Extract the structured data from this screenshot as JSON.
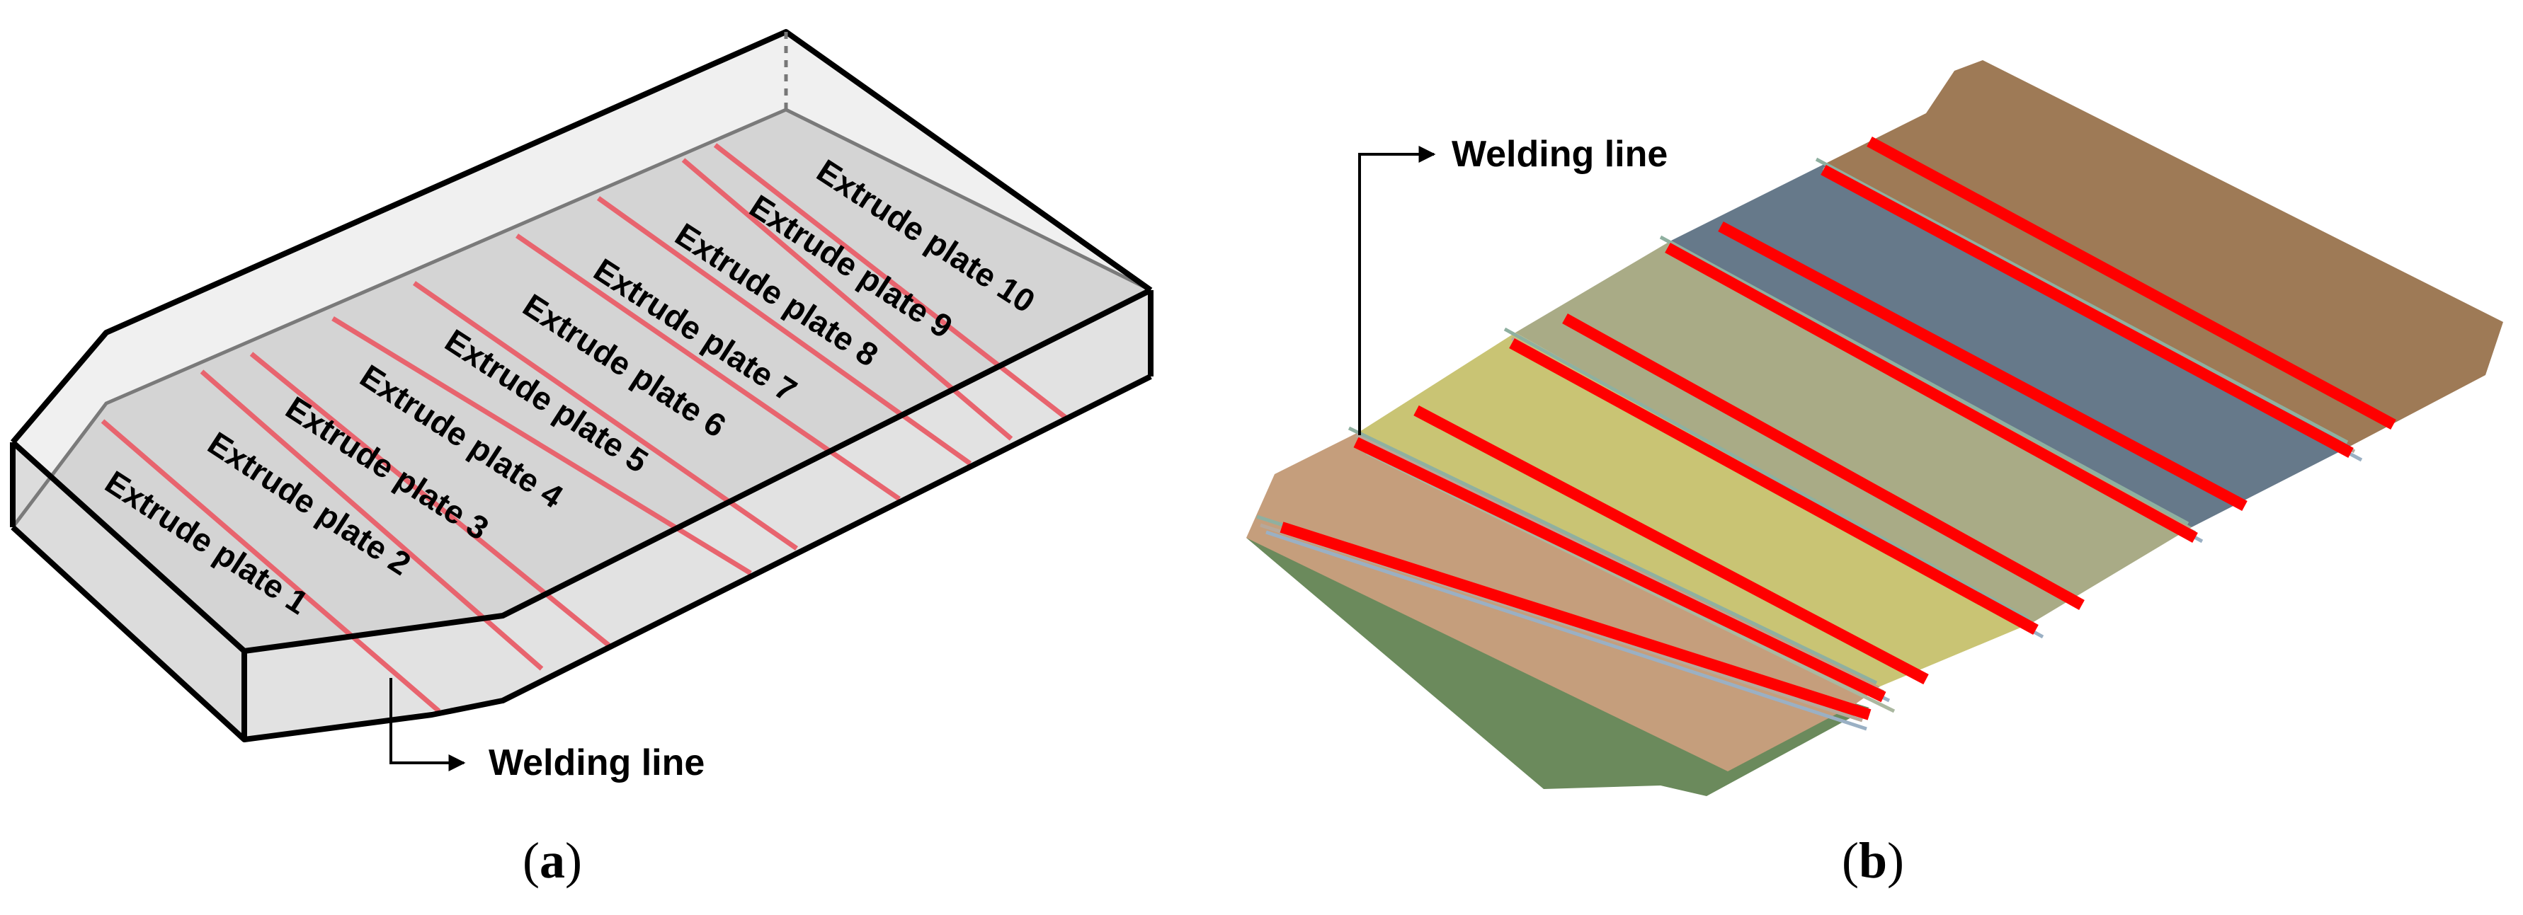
{
  "panel_a": {
    "plates": [
      "Extrude plate 1",
      "Extrude plate 2",
      "Extrude plate 3",
      "Extrude plate 4",
      "Extrude plate 5",
      "Extrude plate 6",
      "Extrude plate 7",
      "Extrude plate 8",
      "Extrude plate 9",
      "Extrude plate 10"
    ],
    "welding_label": "Welding line",
    "caption_open": "(",
    "caption_letter": "a",
    "caption_close": ")"
  },
  "panel_b": {
    "welding_label": "Welding line",
    "caption_open": "(",
    "caption_letter": "b",
    "caption_close": ")"
  },
  "colors": {
    "weld_line_a": "#e8646e",
    "weld_line_b": "#ff0000",
    "plate_colors_b": [
      "#6b8a5c",
      "#c59e7c",
      "#c9c474",
      "#a9ab86",
      "#66798a",
      "#9e7a56"
    ]
  }
}
